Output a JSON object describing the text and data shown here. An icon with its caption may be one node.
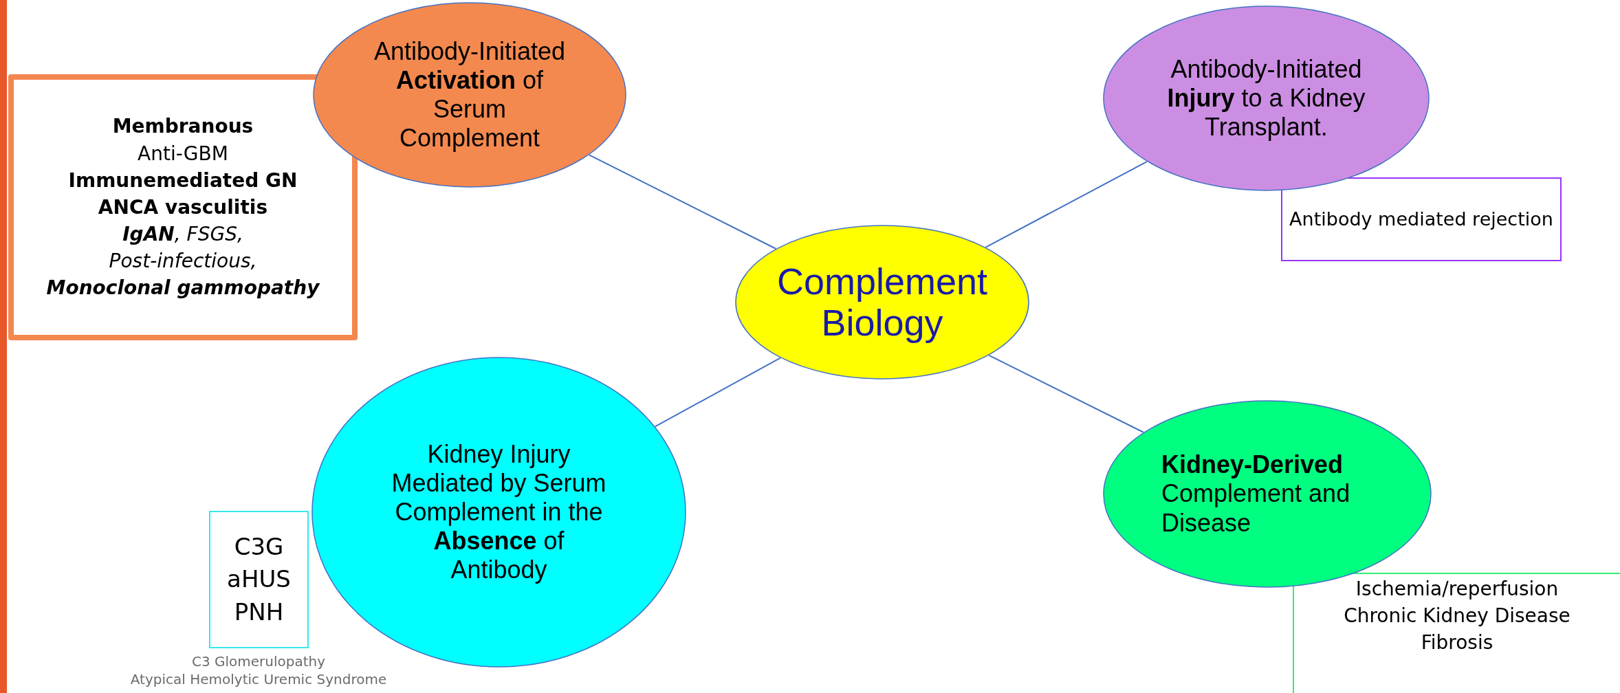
{
  "diagram": {
    "nodes": [
      {
        "text": [
          "Complement Biology"
        ]
      },
      {
        "text": [
          "Antibody-Initiated **Activation** of Serum Complement"
        ]
      },
      {
        "text": [
          "Membranous",
          "Anti-GBM",
          "Immunemediated GN",
          "ANCA vasculitis",
          "**IgAN**, FSGS,",
          "Post-infectious,",
          "Monoclonal gammopathy"
        ]
      },
      {
        "text": [
          "Antibody-Initiated **Injury** to a Kidney Transplant."
        ]
      },
      {
        "text": [
          "Antibody mediated rejection"
        ]
      },
      {
        "text": [
          "Kidney Injury Mediated by Serum Complement in the **Absence** of Antibody"
        ]
      },
      {
        "text": [
          "C3G",
          "aHUS",
          "PNH"
        ]
      },
      {
        "text": [
          "**Kidney-Derived** Complement and Disease"
        ]
      },
      {
        "text": [
          "Ischemia/reperfusion",
          "Chronic Kidney Disease",
          "Fibrosis"
        ]
      }
    ],
    "edges": [
      {
        "from": 0,
        "to": 1,
        "arrow": "none"
      },
      {
        "from": 0,
        "to": 3,
        "arrow": "none"
      },
      {
        "from": 0,
        "to": 5,
        "arrow": "none"
      },
      {
        "from": 0,
        "to": 7,
        "arrow": "none"
      }
    ],
    "labels": [
      "C3 Glomerulopathy",
      "Atypical Hemolytic Uremic Syndrome"
    ]
  }
}
